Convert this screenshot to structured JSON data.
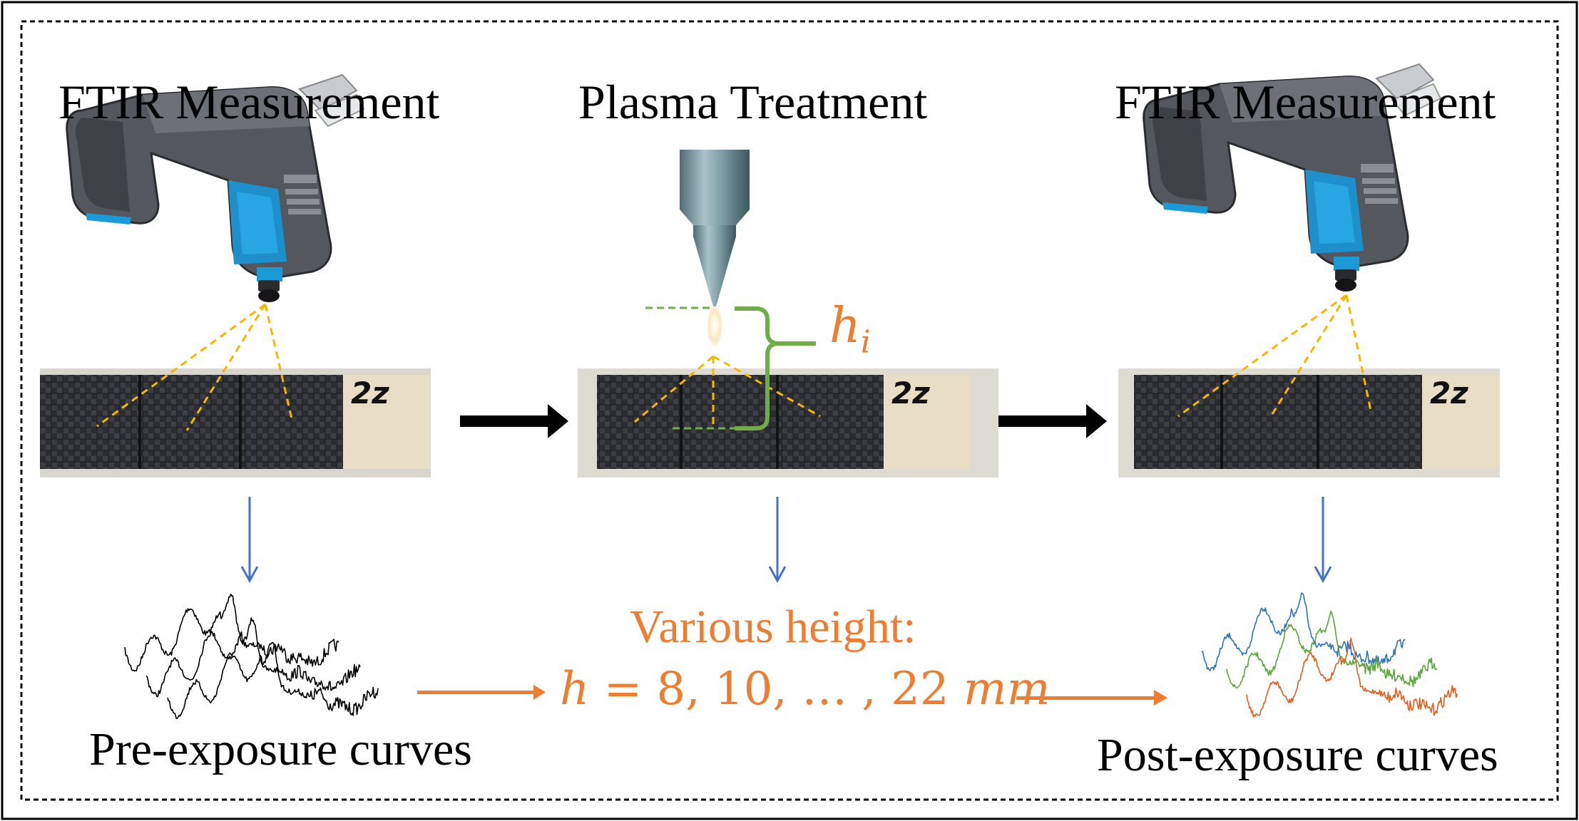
{
  "titles": {
    "left": "FTIR Measurement",
    "middle": "Plasma Treatment",
    "right": "FTIR Measurement"
  },
  "sample_label": "2z",
  "height_symbol": "h",
  "height_subscript": "i",
  "various_label": "Various height:",
  "formula": {
    "variable": "h",
    "values": " = 8, 10, … , 22 ",
    "unit": "mm"
  },
  "captions": {
    "pre": "Pre-exposure curves",
    "post": "Post-exposure curves"
  },
  "colors": {
    "orange_text": "#ED7D31",
    "flow_arrow": "#000000",
    "down_arrow": "#4472C4",
    "beam": "#F5B800",
    "bracket": "#70AD47",
    "curve_blue": "#2E75B6",
    "curve_green": "#5BA33B",
    "curve_orange": "#E06020"
  }
}
